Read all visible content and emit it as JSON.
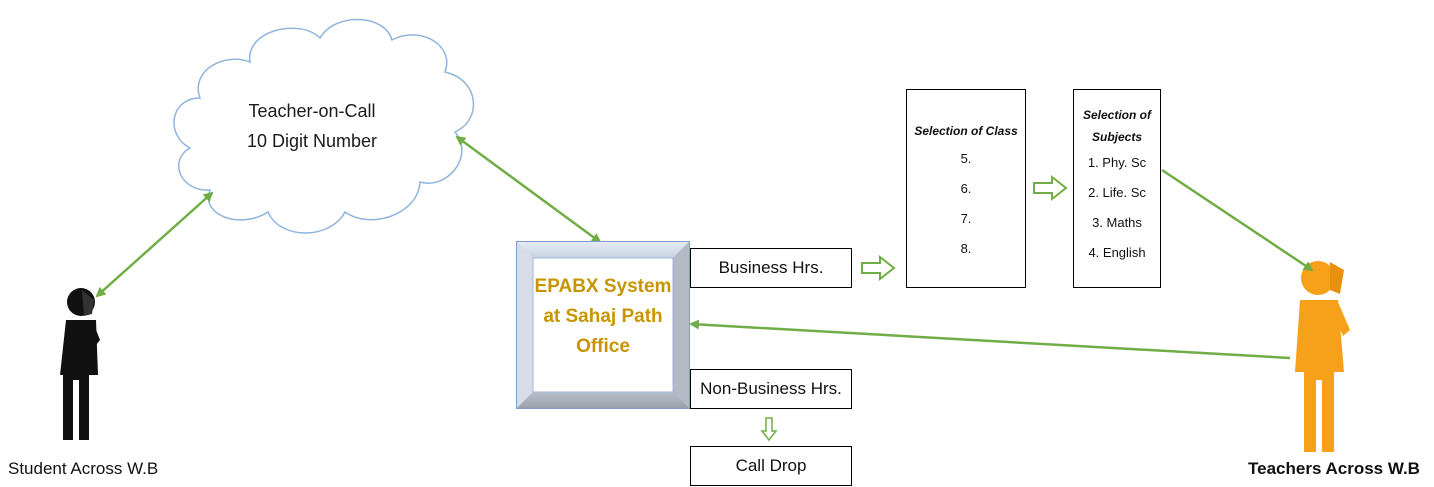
{
  "cloud": {
    "line1": "Teacher-on-Call",
    "line2": "10 Digit Number"
  },
  "epabx": {
    "line1": "EPABX System",
    "line2": "at Sahaj Path",
    "line3": "Office"
  },
  "business_hours": "Business Hrs.",
  "non_business_hours": "Non-Business Hrs.",
  "call_drop": "Call Drop",
  "class_selection": {
    "title": "Selection of Class",
    "items": [
      "5.",
      "6.",
      "7.",
      "8."
    ]
  },
  "subject_selection": {
    "title_line1": "Selection of",
    "title_line2": "Subjects",
    "items": [
      "1. Phy. Sc",
      "2. Life. Sc",
      "3. Maths",
      "4. English"
    ]
  },
  "student_label": "Student Across W.B",
  "teacher_label": "Teachers Across W.B",
  "colors": {
    "arrow_green": "#70ad47",
    "cloud_stroke": "#8fb4de",
    "epabx_text": "#c89500",
    "teacher_orange": "#f7a01a",
    "student_black": "#111111",
    "bevel": "#7f9ec8"
  }
}
